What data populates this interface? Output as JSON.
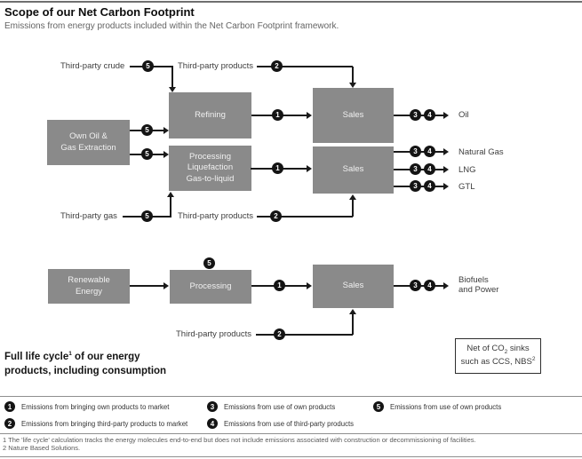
{
  "header": {
    "title": "Scope of our Net Carbon Footprint",
    "subtitle": "Emissions from energy products included within the Net Carbon Footprint framework."
  },
  "flow": {
    "third_party_crude": "Third-party crude",
    "third_party_products": "Third-party products",
    "third_party_gas": "Third-party gas",
    "boxes": {
      "refining": "Refining",
      "own_extraction": "Own Oil &\nGas Extraction",
      "processing_top": "Processing\nLiquefaction\nGas-to-liquid",
      "sales": "Sales",
      "renewable": "Renewable\nEnergy",
      "processing_bottom": "Processing"
    },
    "outputs": {
      "oil": "Oil",
      "natural_gas": "Natural Gas",
      "lng": "LNG",
      "gtl": "GTL",
      "biofuels": "Biofuels\nand Power"
    }
  },
  "badges": {
    "b1": "1",
    "b2": "2",
    "b3": "3",
    "b4": "4",
    "b5": "5"
  },
  "note_box": {
    "line1_pre": "Net of CO",
    "line1_sub": "2",
    "line1_post": " sinks",
    "line2_pre": "such as CCS, NBS",
    "line2_sup": "2"
  },
  "side_note": {
    "line1_pre": "Full life cycle",
    "line1_sup": "1",
    "line1_post": " of our energy",
    "line2": "products, including consumption"
  },
  "legend": {
    "items": [
      {
        "num": "1",
        "text": "Emissions from bringing own products to market"
      },
      {
        "num": "2",
        "text": "Emissions from bringing third-party products to market"
      },
      {
        "num": "3",
        "text": "Emissions from use of own products"
      },
      {
        "num": "4",
        "text": "Emissions from use of third-party products"
      },
      {
        "num": "5",
        "text": "Emissions from use of own products"
      }
    ]
  },
  "footnotes": {
    "f1": "1 The 'life cycle' calculation tracks the energy molecules end-to-end but does not include emissions associated with construction or decommissioning of facilities.",
    "f2": "2 Nature Based Solutions."
  },
  "colors": {
    "box_gray": "#8a8a8a",
    "line_black": "#1a1a1a"
  }
}
